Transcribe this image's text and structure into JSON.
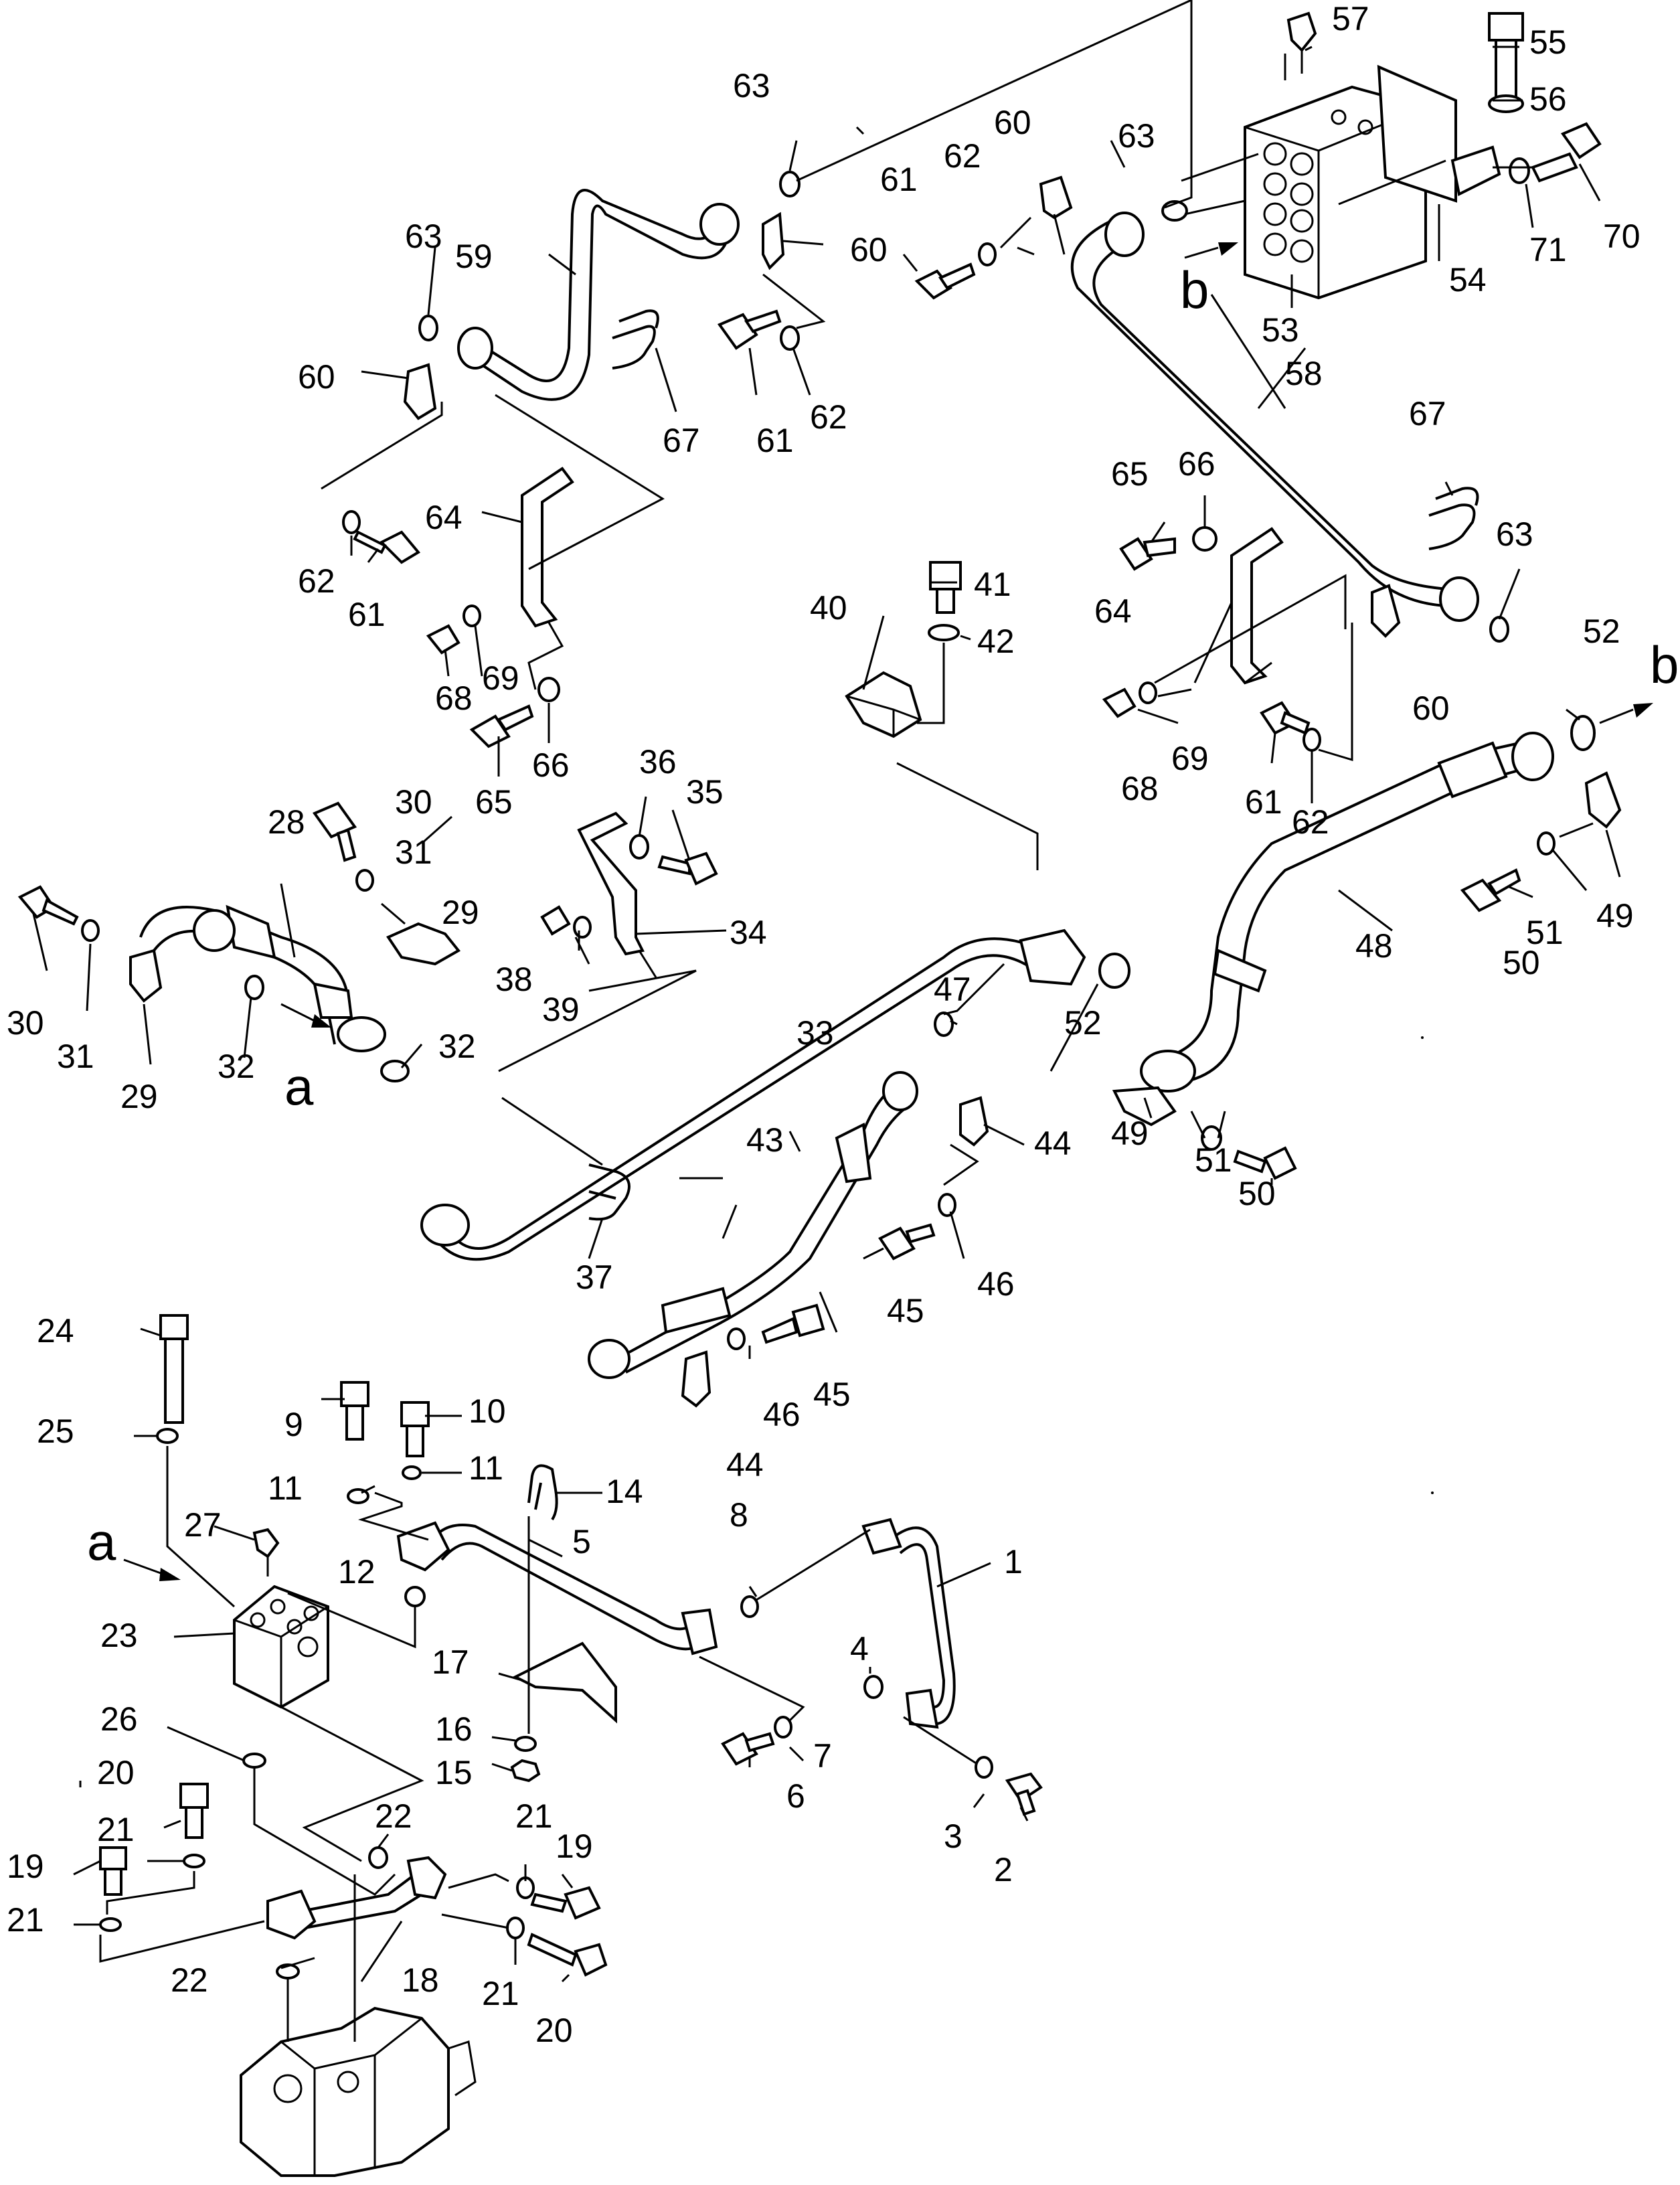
{
  "view_labels": {
    "a1": "a",
    "a2": "a",
    "b1": "b",
    "b2": "b"
  },
  "part_numbers": {
    "p1": "1",
    "p2": "2",
    "p3": "3",
    "p4": "4",
    "p5": "5",
    "p6": "6",
    "p7": "7",
    "p8": "8",
    "p9": "9",
    "p10": "10",
    "p11a": "11",
    "p11b": "11",
    "p12": "12",
    "p14": "14",
    "p15": "15",
    "p16": "16",
    "p17": "17",
    "p18": "18",
    "p19a": "19",
    "p19b": "19",
    "p20a": "20",
    "p20b": "20",
    "p21a": "21",
    "p21b": "21",
    "p21c": "21",
    "p21d": "21",
    "p22a": "22",
    "p22b": "22",
    "p23": "23",
    "p24": "24",
    "p25": "25",
    "p26": "26",
    "p27": "27",
    "p28": "28",
    "p29a": "29",
    "p29b": "29",
    "p30a": "30",
    "p30b": "30",
    "p31a": "31",
    "p31b": "31",
    "p32a": "32",
    "p32b": "32",
    "p33": "33",
    "p34": "34",
    "p35": "35",
    "p36": "36",
    "p37": "37",
    "p38": "38",
    "p39": "39",
    "p40": "40",
    "p41": "41",
    "p42": "42",
    "p43": "43",
    "p44a": "44",
    "p44b": "44",
    "p45a": "45",
    "p45b": "45",
    "p46a": "46",
    "p46b": "46",
    "p47": "47",
    "p48": "48",
    "p49a": "49",
    "p49b": "49",
    "p50a": "50",
    "p50b": "50",
    "p51a": "51",
    "p51b": "51",
    "p52a": "52",
    "p52b": "52",
    "p53": "53",
    "p54": "54",
    "p55": "55",
    "p56": "56",
    "p57": "57",
    "p58": "58",
    "p59": "59",
    "p60a": "60",
    "p60b": "60",
    "p60c": "60",
    "p60d": "60",
    "p61a": "61",
    "p61b": "61",
    "p61c": "61",
    "p61d": "61",
    "p62a": "62",
    "p62b": "62",
    "p62c": "62",
    "p62d": "62",
    "p63a": "63",
    "p63b": "63",
    "p63c": "63",
    "p63d": "63",
    "p64a": "64",
    "p64b": "64",
    "p65a": "65",
    "p65b": "65",
    "p66a": "66",
    "p66b": "66",
    "p67a": "67",
    "p67b": "67",
    "p68a": "68",
    "p68b": "68",
    "p69a": "69",
    "p69b": "69",
    "p70": "70",
    "p71": "71"
  }
}
